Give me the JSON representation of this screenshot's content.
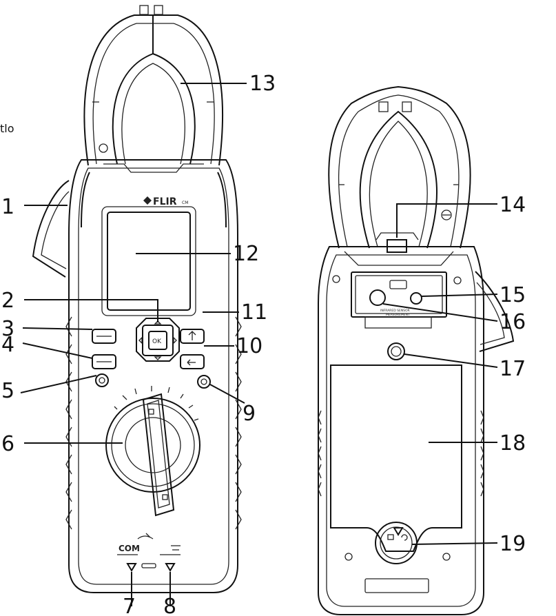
{
  "stray_text": "tlo",
  "front": {
    "brand": "FLIR",
    "model": "CM",
    "com_label": "COM",
    "callouts": [
      "1",
      "2",
      "3",
      "4",
      "5",
      "6",
      "7",
      "8",
      "9",
      "10",
      "11",
      "12",
      "13"
    ]
  },
  "back": {
    "ir_label_line1": "INFRARED SENSOR",
    "ir_label_line2": "MEASUREMENT",
    "callouts": [
      "14",
      "15",
      "16",
      "17",
      "18",
      "19"
    ]
  }
}
